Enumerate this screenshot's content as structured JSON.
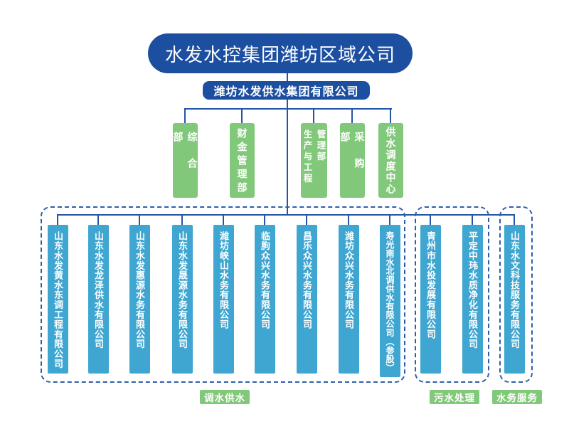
{
  "root": {
    "label": "水发水控集团潍坊区域公司"
  },
  "group_company": {
    "label": "潍坊水发供水集团有限公司"
  },
  "departments": {
    "items": [
      {
        "label": "综合部"
      },
      {
        "label": "财金管理部"
      },
      {
        "label": "生产与工程管理部",
        "col1": "生产与工程",
        "col2": "管理部"
      },
      {
        "label": "采购部"
      },
      {
        "label": "供水调度中心"
      }
    ]
  },
  "subsidiaries": {
    "items": [
      {
        "name": "山东水发黄水东调工程有限公司",
        "group": "调水供水"
      },
      {
        "name": "山东水发龙泽供水有限公司",
        "group": "调水供水"
      },
      {
        "name": "山东水发惠源水务有限公司",
        "group": "调水供水"
      },
      {
        "name": "山东水发晟源水务有限公司",
        "group": "调水供水"
      },
      {
        "name": "潍坊峡山水务有限公司",
        "group": "调水供水"
      },
      {
        "name": "临朐众兴水务有限公司",
        "group": "调水供水"
      },
      {
        "name": "昌乐众兴水务有限公司",
        "group": "调水供水"
      },
      {
        "name": "潍坊众兴水务有限公司",
        "group": "调水供水"
      },
      {
        "name": "寿光南水北调供水有限公司（参股）",
        "group": "调水供水"
      },
      {
        "name": "青州市水投发展有限公司",
        "group": "污水处理"
      },
      {
        "name": "平定中玮水质净化有限公司",
        "group": "污水处理"
      },
      {
        "name": "山东水文科技服务有限公司",
        "group": "水务服务"
      }
    ]
  },
  "business_groups": {
    "items": [
      {
        "label": "调水供水"
      },
      {
        "label": "污水处理"
      },
      {
        "label": "水务服务"
      }
    ]
  },
  "colors": {
    "navy": "#1d4fa1",
    "green": "#82c87a",
    "cyan": "#3fa6d1",
    "connector": "#2456a7",
    "dashed_border": "#2f5dae",
    "background": "#ffffff"
  }
}
